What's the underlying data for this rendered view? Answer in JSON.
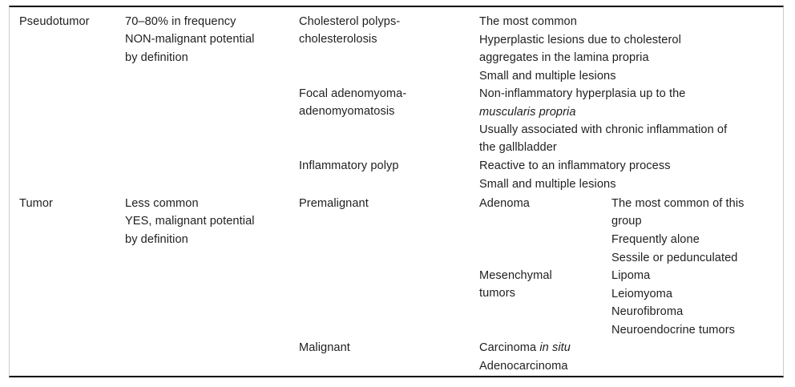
{
  "table": {
    "columns": [
      "category",
      "characteristics",
      "subtype",
      "entity",
      "details"
    ],
    "rows": [
      {
        "category": "Pseudotumor",
        "characteristics": "70–80% in frequency\nNON-malignant potential\nby definition",
        "groups": [
          {
            "subtype": "Cholesterol polyps-\ncholesterolosis",
            "details": [
              "The most common",
              "Hyperplastic lesions due to cholesterol\naggregates in the lamina propria",
              "Small and multiple lesions"
            ]
          },
          {
            "subtype": "Focal adenomyoma-\nadenomyomatosis",
            "details": [
              "Non-inflammatory hyperplasia up to the",
              "muscularis propria",
              "Usually associated with chronic inflammation of\nthe gallbladder"
            ]
          },
          {
            "subtype": "Inflammatory polyp",
            "details": [
              "Reactive to an inflammatory process",
              "Small and multiple lesions"
            ]
          }
        ]
      },
      {
        "category": "Tumor",
        "characteristics": "Less common\nYES, malignant potential\nby definition",
        "groups": [
          {
            "subtype": "Premalignant",
            "entities": [
              {
                "name": "Adenoma",
                "details": [
                  "The most common of this\ngroup",
                  "Frequently alone",
                  "Sessile or pedunculated"
                ]
              },
              {
                "name": "Mesenchymal\ntumors",
                "details": [
                  "Lipoma",
                  "Leiomyoma",
                  "Neurofibroma",
                  "Neuroendocrine tumors"
                ]
              }
            ]
          },
          {
            "subtype": "Malignant",
            "entities": [
              {
                "name": "Carcinoma in situ",
                "name_plain": "Carcinoma ",
                "name_italic": "in situ",
                "details": []
              },
              {
                "name": "Adenocarcinoma",
                "details": []
              }
            ]
          }
        ]
      }
    ]
  },
  "cells": {
    "r1_category": "Pseudotumor",
    "r1_char": "70–80% in frequency\nNON-malignant potential\nby definition",
    "r1_g1_subtype": "Cholesterol polyps-\ncholesterolosis",
    "r1_g1_d1": "The most common",
    "r1_g1_d2": "Hyperplastic lesions due to cholesterol\naggregates in the lamina propria",
    "r1_g1_d3": "Small and multiple lesions",
    "r1_g2_subtype": "Focal adenomyoma-\nadenomyomatosis",
    "r1_g2_d1": "Non-inflammatory hyperplasia up to the",
    "r1_g2_d2_italic": "muscularis propria",
    "r1_g2_d3": "Usually associated with chronic inflammation of\nthe gallbladder",
    "r1_g3_subtype": "Inflammatory polyp",
    "r1_g3_d1": "Reactive to an inflammatory process",
    "r1_g3_d2": "Small and multiple lesions",
    "r2_category": "Tumor",
    "r2_char": "Less common\nYES, malignant potential\nby definition",
    "r2_g1_subtype": "Premalignant",
    "r2_g1_e1_name": "Adenoma",
    "r2_g1_e1_d1": "The most common of this\ngroup",
    "r2_g1_e1_d2": "Frequently alone",
    "r2_g1_e1_d3": "Sessile or pedunculated",
    "r2_g1_e2_name": "Mesenchymal\ntumors",
    "r2_g1_e2_d1": "Lipoma",
    "r2_g1_e2_d2": "Leiomyoma",
    "r2_g1_e2_d3": "Neurofibroma",
    "r2_g1_e2_d4": "Neuroendocrine tumors",
    "r2_g2_subtype": "Malignant",
    "r2_g2_e1_prefix": "Carcinoma ",
    "r2_g2_e1_italic": "in situ",
    "r2_g2_e2_name": "Adenocarcinoma"
  },
  "style": {
    "rule_color": "#000000",
    "side_border_color": "#cccccc",
    "text_color": "#1f1f1f",
    "background": "#ffffff"
  }
}
